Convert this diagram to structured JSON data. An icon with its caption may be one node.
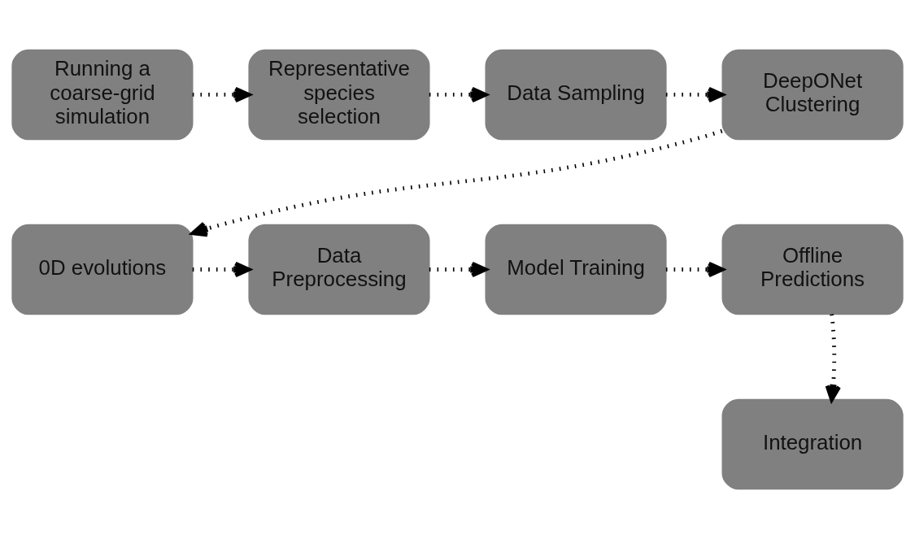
{
  "diagram": {
    "nodes": [
      {
        "text": [
          "Running a coarse-grid simulation"
        ]
      },
      {
        "text": [
          "Representative species selection"
        ]
      },
      {
        "text": [
          "Data Sampling"
        ]
      },
      {
        "text": [
          "DeepONet Clustering"
        ]
      },
      {
        "text": [
          "0D evolutions"
        ]
      },
      {
        "text": [
          "Data Preprocessing"
        ]
      },
      {
        "text": [
          "Model Training"
        ]
      },
      {
        "text": [
          "Offline Predictions"
        ]
      },
      {
        "text": [
          "Integration"
        ]
      }
    ],
    "edges": [
      {
        "from": 0,
        "to": 1,
        "arrow": "to"
      },
      {
        "from": 1,
        "to": 2,
        "arrow": "to"
      },
      {
        "from": 2,
        "to": 3,
        "arrow": "to"
      },
      {
        "from": 3,
        "to": 4,
        "arrow": "to"
      },
      {
        "from": 4,
        "to": 5,
        "arrow": "to"
      },
      {
        "from": 5,
        "to": 6,
        "arrow": "to"
      },
      {
        "from": 6,
        "to": 7,
        "arrow": "to"
      },
      {
        "from": 7,
        "to": 8,
        "arrow": "to"
      }
    ]
  }
}
